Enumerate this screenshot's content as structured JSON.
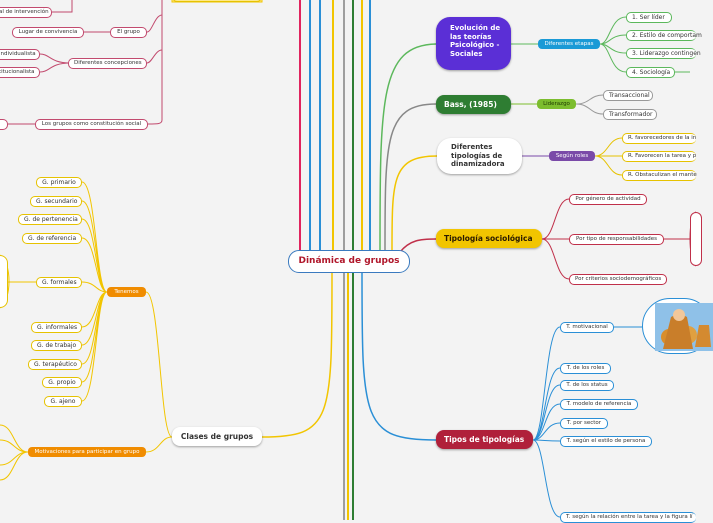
{
  "root": {
    "label": "Dinámica de grupos"
  },
  "topics": {
    "evolucion": "Evolución de las teorías Psicológico - Sociales",
    "bass": "Bass, (1985)",
    "tipologias_dinamizadora": "Diferentes tipologías de dinamizadora",
    "tipologia_sociologica": "Tipología sociológica",
    "tipos_tipologias": "Tipos de tipologías",
    "clases_grupos": "Clases de grupos"
  },
  "connectors": {
    "diferentes_etapas": "Diferentes etapas",
    "liderazgo": "Liderazgo",
    "segun_roles": "Según roles",
    "tenemos": "Tenemos",
    "motivaciones": "Motivaciones para participar en grupo"
  },
  "evolucion_items": [
    "1. Ser líder",
    "2. Estilo de comportam",
    "3. Liderazgo contingen",
    "4. Sociología"
  ],
  "liderazgo_items": [
    "Transaccional",
    "Transformador"
  ],
  "roles_items": [
    "R. favorecedores de la in",
    "R. Favorecen la tarea y p",
    "R. Obstaculizan el mante"
  ],
  "sociologica_items": [
    "Por género de actividad",
    "Por tipo de responsabilidades",
    "Por criterios sociodemográficos"
  ],
  "tipos_items": [
    "T. motivacional",
    "T. de los roles",
    "T. de los status",
    "T. modelo de referencia",
    "T. por sector",
    "T. según el estilo de persona",
    "T. según la relación entre la tarea y la figura lí"
  ],
  "clases_items": [
    "G. primario",
    "G. secundario",
    "G. de pertenencia",
    "G. de referencia",
    "G. formales",
    "G. informales",
    "G. de trabajo",
    "G. terapéutico",
    "G. propio",
    "G. ajeno"
  ],
  "top_left": {
    "intervencion": "al de intervención",
    "lugar": "Lugar de convivencia",
    "el_grupo": "El grupo",
    "individualista": "individualista",
    "institucionalista": "titucionalista",
    "concepciones": "Diferentes concepciones",
    "institucion": "Los grupos como constitución social"
  },
  "colors": {
    "evolucion": "#5b2fd6",
    "bass": "#2e7d32",
    "dinamizadora": "#ffffff",
    "sociologica": "#f2c500",
    "tipos": "#b0203a",
    "clases": "#ffffff",
    "etapas": "#1a9ad6",
    "liderazgo": "#7cbd2e",
    "roles": "#7a4aa8",
    "tenemos": "#f08c00",
    "motivaciones": "#f08c00"
  },
  "image_icon": "hands-together-photo"
}
